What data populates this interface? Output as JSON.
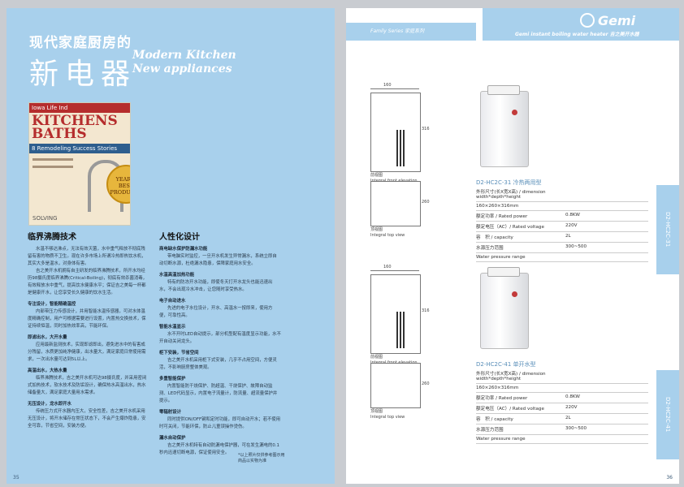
{
  "left_page": {
    "title_small": "现代家庭厨房的",
    "title_big": "新电器",
    "title_en_1": "Modern Kitchen",
    "title_en_2": "New appliances",
    "magazine": {
      "top": "Iowa Life Ind",
      "line1": "KITCHENS",
      "line2": "BATHS",
      "stories": "8 Remodeling Success Stories",
      "seal_1": "YEAR'S",
      "seal_2": "BEST",
      "seal_3": "PRODUCTS",
      "bottom": "SOLVING"
    },
    "col1": {
      "heading": "临界沸腾技术",
      "intro": "水温不够达沸点，无法有效灭菌，水中重气释放不彻底残留有害的物质不卫生。现在许多市场上所谓冷热即热饮水机，其实大多是温水，对身体有害。",
      "intro2": "吉之美开水机拥有自主研发的临界沸腾技术，所开水均经历98摄氏度临界沸腾(Critical-Boiling)，彻底有效杀菌消毒，有效释放水中重气，提高饮水健康水平；保证吉之美每一杯都是健康开水，让您享受长久健康的饮水生活。",
      "s1_h": "专注设计，智能精确温控",
      "s1": "内部带压力传感设计，并用智能水温传感器，可对水体温度精确控制，用户可根据需要进行设置，内置热交换技术，保证持续恒温，同时加热效率高，节能环保。",
      "s2_h": "即滤出水，大开水量",
      "s2": "应用最新监测技术，实现即滤即出，避免进水中的有害成分残留，水质更加纯净健康，出水量大，满足家庭日常使用需求，一次出水量可达到5L以上。",
      "s3_h": "高温出水，大热水量",
      "s3": "临界沸腾技术，吉之美开水机可达98摄氏度，并采用密闭式加热技术，软水技术及防垢设计，确保热水高温出水，热水储备量大，满足家庭大量用水需求。",
      "s4_h": "无压设计，龙水即开水",
      "s4": "传统压力式开水器内压大，安全性差，吉之美开水机采用无压设计，将开水储存在常压状态下，不会产生爆炸隐患，安全可靠，节省空间，安装方便。"
    },
    "col2": {
      "heading": "人性化设计",
      "s1_h": "商电缺水保护防漏水功能",
      "s1": "带电脑实时监控，一旦开水机发生异常漏水，系统立即自动切断水源，杜绝漏水隐患，保障家庭用水安全。",
      "s2_h": "水温高温加热功能",
      "s2": "特有的防冻开水功能，即使冬天打开水龙头也能迅速出水，不会出现冷水冲击，让您随时享受热水。",
      "s3_h": "电子自动进水",
      "s3": "先进的电子水位设计，开水、高温水一按即来，使用方便，可靠性高。",
      "s4_h": "智能水温显示",
      "s4": "水不开时LED自动提示，部分机型配有温度显示功能，水不开自动关闭龙头。",
      "s5_h": "柜下安装，节省空间",
      "s5": "吉之美开水机采用柜下式安装，几乎不占用空间，方便灵活，不影响厨房整体美观。",
      "s6_h": "多重智能保护",
      "s6": "内置智能防干烧保护、防超温、干烧保护、故障自动监测、LED代码显示，内置电子流量计，防流量、超流量保护并提示。",
      "s7_h": "零辐射设计",
      "s7": "同时提供ON/OFF键和定时功能，即可自动开水；若不使用时可关闭，节能环保，防止儿童误操作烫伤。",
      "s8_h": "漏水自动保护",
      "s8": "吉之美开水机特有自动防漏电保护器，可在发生漏电的0.1秒内迅速切断电源，保证使用安全。"
    },
    "note_1": "*以上照片仅供参考图示用",
    "note_2": "商品以实物为准",
    "page_number": "35"
  },
  "right_page": {
    "family_series": "Family Series 家庭系列",
    "brand": "Gemi",
    "subtitle": "Gemi instant boiling water heater 吉之美开水器",
    "products": [
      {
        "model": "D2-HC2C-31 冷热两用型",
        "tab": "D2-HC2C-31",
        "dim_w": "160",
        "dim_h": "316",
        "dim_d": "260",
        "front_label_cn": "前视图",
        "front_label_en": "Integral front elevation",
        "top_label_cn": "顶视图",
        "top_label_en": "Integral top view",
        "size_label": "外形尺寸(长X宽X高) / dimension width*depth*height",
        "size_value": "160×260×316mm",
        "specs": [
          {
            "label": "额定功率 / Rated power",
            "value": "0.8KW"
          },
          {
            "label": "额定电压（AC）/ Rated voltage",
            "value": "220V"
          },
          {
            "label": "容　积 / capacity",
            "value": "2L"
          },
          {
            "label": "水源压力范围",
            "value": "300~500"
          },
          {
            "label": "Water pressure range",
            "value": ""
          }
        ]
      },
      {
        "model": "D2-HC2C-41 单开水型",
        "tab": "D2-HC2C-41",
        "dim_w": "160",
        "dim_h": "316",
        "dim_d": "260",
        "front_label_cn": "前视图",
        "front_label_en": "Integral front elevation",
        "top_label_cn": "顶视图",
        "top_label_en": "Integral top view",
        "size_label": "外形尺寸(长X宽X高) / dimension width*depth*height",
        "size_value": "160×260×316mm",
        "specs": [
          {
            "label": "额定功率 / Rated power",
            "value": "0.8KW"
          },
          {
            "label": "额定电压（AC）/ Rated voltage",
            "value": "220V"
          },
          {
            "label": "容　积 / capacity",
            "value": "2L"
          },
          {
            "label": "水源压力范围",
            "value": "300~500"
          },
          {
            "label": "Water pressure range",
            "value": ""
          }
        ]
      }
    ],
    "page_number": "36"
  }
}
